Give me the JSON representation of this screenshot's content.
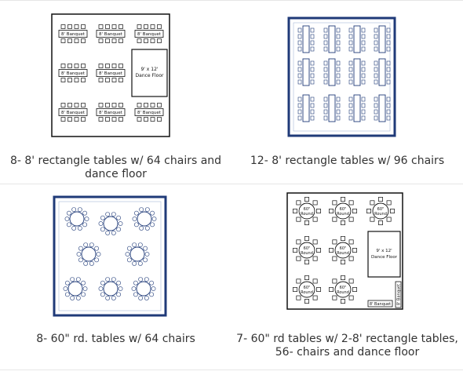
{
  "layouts": [
    {
      "caption": "8- 8' rectangle tables w/ 64 chairs and dance floor",
      "table_label": "8' Banquet",
      "floor_label_1": "9' x 12'",
      "floor_label_2": "Dance Floor"
    },
    {
      "caption": "12- 8' rectangle tables w/ 96 chairs"
    },
    {
      "caption": "8- 60\" rd. tables w/ 64 chairs"
    },
    {
      "caption": "7- 60\" rd tables w/ 2-8' rectangle tables, 56- chairs and dance floor",
      "round_label_1": "60\"",
      "round_label_2": "Round",
      "floor_label_1": "9' x 12'",
      "floor_label_2": "Dance Floor",
      "banquet_label": "8' Banquet"
    }
  ],
  "colors": {
    "outline": "#111111",
    "tent_navy": "#1f3a78",
    "tent_light": "#a8b8d8",
    "divider": "#e6e6e6"
  }
}
